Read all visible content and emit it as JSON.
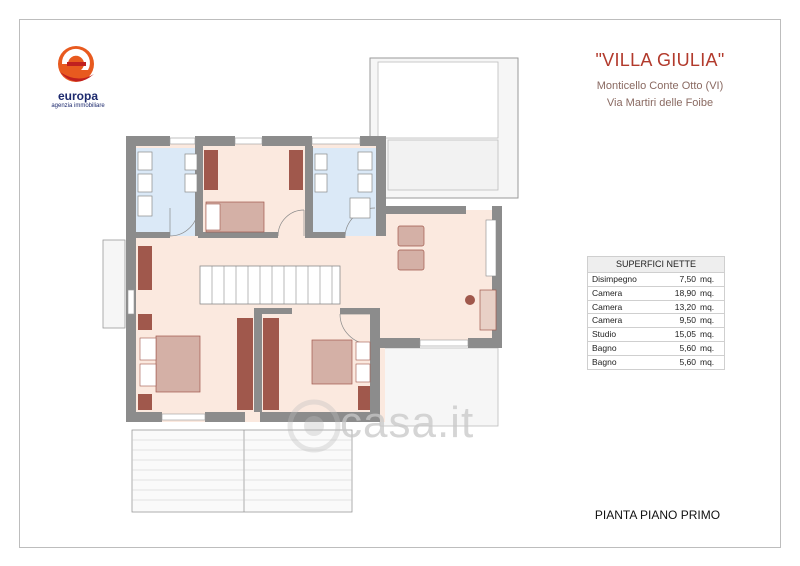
{
  "logo": {
    "word": "europa",
    "subtitle": "agenzia immobiliare",
    "colors": {
      "orange": "#e85a1f",
      "red": "#c0201f",
      "navy": "#1d2a6e"
    }
  },
  "header": {
    "title": "\"VILLA GIULIA\"",
    "location": "Monticello Conte Otto (VI)",
    "address": "Via Martiri delle Foibe"
  },
  "areas": {
    "heading": "SUPERFICI  NETTE",
    "rows": [
      {
        "name": "Disimpegno",
        "value": "7,50",
        "unit": "mq."
      },
      {
        "name": "Camera",
        "value": "18,90",
        "unit": "mq."
      },
      {
        "name": "Camera",
        "value": "13,20",
        "unit": "mq."
      },
      {
        "name": "Camera",
        "value": "9,50",
        "unit": "mq."
      },
      {
        "name": "Studio",
        "value": "15,05",
        "unit": "mq."
      },
      {
        "name": "Bagno",
        "value": "5,60",
        "unit": "mq."
      },
      {
        "name": "Bagno",
        "value": "5,60",
        "unit": "mq."
      }
    ]
  },
  "caption": "PIANTA PIANO PRIMO",
  "watermark": "casa.it",
  "colors": {
    "wall": "#8c8c8c",
    "room_floor": "#fbe9df",
    "bath_floor": "#dbe9f7",
    "furniture": "#a0584c",
    "bed": "#d4b0a6",
    "terrace": "#f4f4f4"
  }
}
